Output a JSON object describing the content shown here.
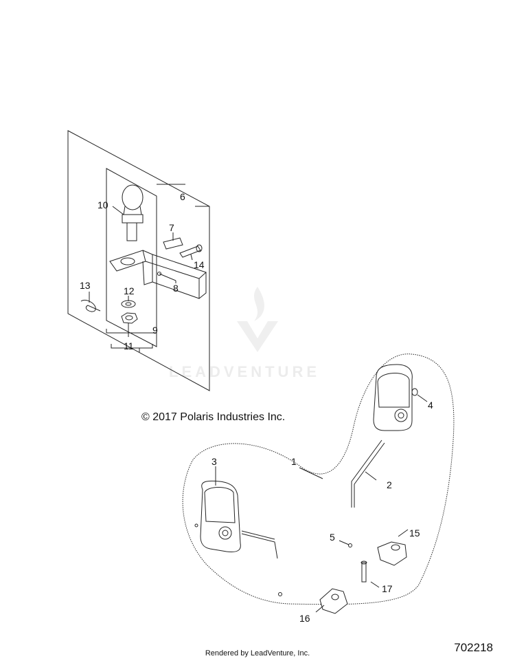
{
  "watermark": {
    "brand": "LEADVENTURE",
    "logo": "flame-v-logo"
  },
  "copyright": "© 2017 Polaris Industries Inc.",
  "footer": "Rendered by LeadVenture, Inc.",
  "drawing_id": "702218",
  "callouts": {
    "c1": "1",
    "c2": "2",
    "c3": "3",
    "c4": "4",
    "c5": "5",
    "c6": "6",
    "c7": "7",
    "c8": "8",
    "c9": "9",
    "c10": "10",
    "c11": "11",
    "c12": "12",
    "c13": "13",
    "c14": "14",
    "c15": "15",
    "c16": "16",
    "c17": "17"
  },
  "colors": {
    "line": "#222222",
    "watermark": "#e6e6e6"
  }
}
